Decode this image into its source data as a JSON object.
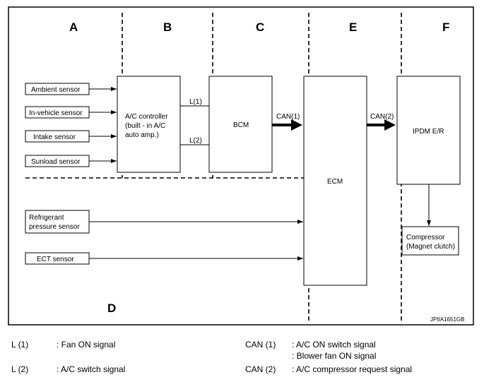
{
  "zones": {
    "A": "A",
    "B": "B",
    "C": "C",
    "D": "D",
    "E": "E",
    "F": "F"
  },
  "sensors": {
    "ambient": "Ambient sensor",
    "in_vehicle": "In-vehicle sensor",
    "intake": "Intake sensor",
    "sunload": "Sunload sensor",
    "refrigerant_line1": "Refrigerant",
    "refrigerant_line2": "pressure sensor",
    "ect": "ECT sensor"
  },
  "units": {
    "ac_controller": [
      "A/C controller",
      "(built - in A/C",
      "auto amp.)"
    ],
    "bcm": "BCM",
    "ecm": "ECM",
    "ipdm": "IPDM E/R",
    "compressor": [
      "Compressor",
      "(Magnet clutch)"
    ]
  },
  "signals": {
    "l1": "L(1)",
    "l2": "L(2)",
    "can1": "CAN(1)",
    "can2": "CAN(2)"
  },
  "figure_ref": "JPIIA1651GB",
  "legend": {
    "l1_key": "L (1)",
    "l1_desc": ": Fan ON signal",
    "l2_key": "L (2)",
    "l2_desc": ": A/C switch signal",
    "can1_key": "CAN (1)",
    "can1_desc1": ": A/C ON switch signal",
    "can1_desc2": ": Blower fan ON signal",
    "can2_key": "CAN (2)",
    "can2_desc": ": A/C compressor request signal"
  }
}
